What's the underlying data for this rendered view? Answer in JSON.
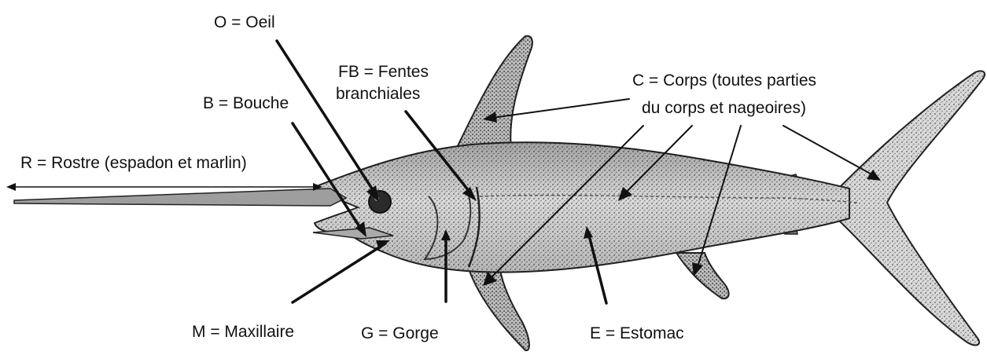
{
  "labels": {
    "oeil": "O = Oeil",
    "fentes_1": "FB = Fentes",
    "fentes_2": "branchiales",
    "bouche": "B = Bouche",
    "rostre": "R = Rostre (espadon et marlin)",
    "corps_1": "C = Corps (toutes parties",
    "corps_2": "du corps et nageoires)",
    "maxillaire": "M = Maxillaire",
    "gorge": "G = Gorge",
    "estomac": "E = Estomac"
  },
  "colors": {
    "ink": "#111111",
    "fish_fill": "#d6d6d6",
    "fish_shade": "#9a9a9a",
    "fish_dark": "#555555",
    "background": "#ffffff"
  }
}
